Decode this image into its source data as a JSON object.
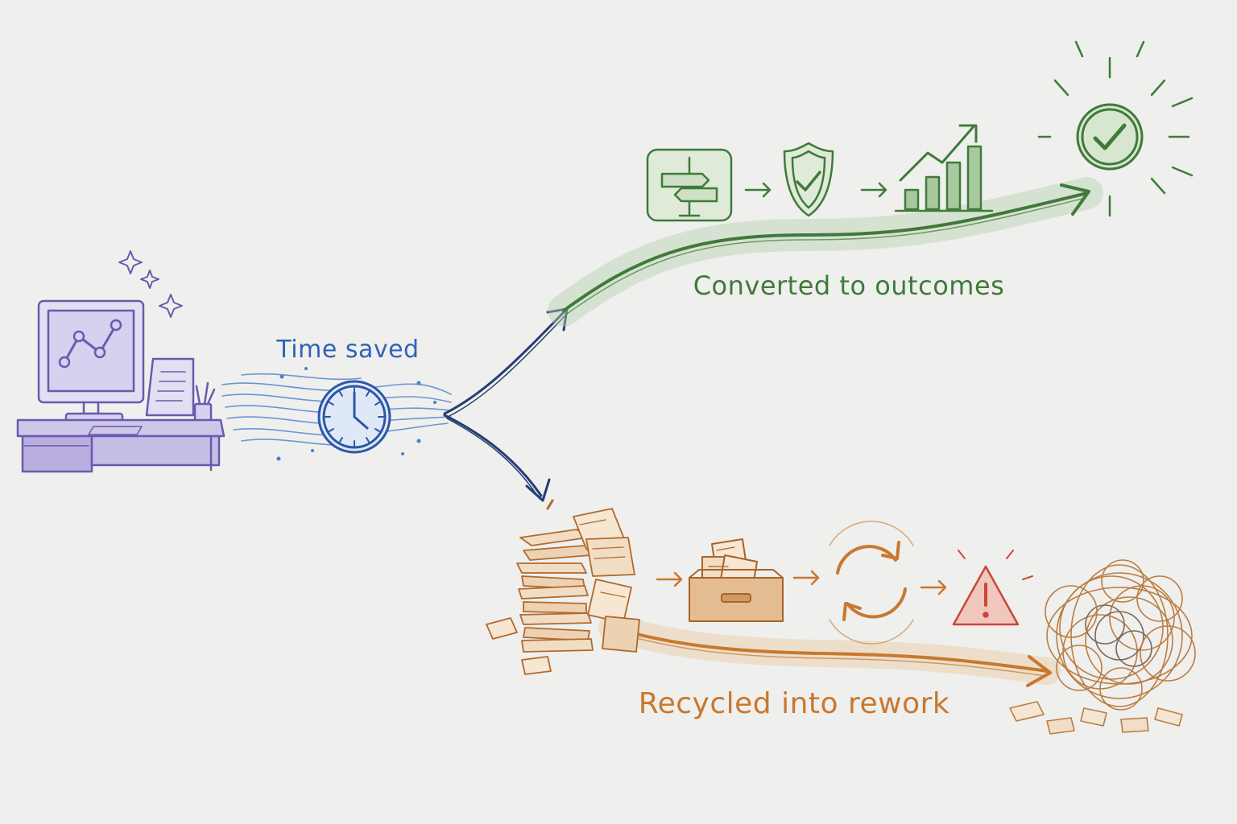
{
  "labels": {
    "time_saved": "Time saved",
    "converted": "Converted to outcomes",
    "recycled": "Recycled into rework"
  },
  "colors": {
    "purple": "#6a5ab0",
    "blue": "#2f64b8",
    "navy": "#263d73",
    "green": "#3f7a3a",
    "orange": "#c8782f",
    "red": "#c9473a",
    "paper": "#efefed"
  },
  "icons": {
    "start": "desk-computer-icon",
    "clock": "clock-icon",
    "step1_good": "signpost-icon",
    "step2_good": "shield-check-icon",
    "step3_good": "growth-chart-icon",
    "end_good": "check-circle-icon",
    "step1_bad": "paper-pile-icon",
    "step2_bad": "inbox-tray-icon",
    "step3_bad": "refresh-cycle-icon",
    "step4_bad": "warning-icon",
    "end_bad": "tangled-scribble-icon"
  }
}
